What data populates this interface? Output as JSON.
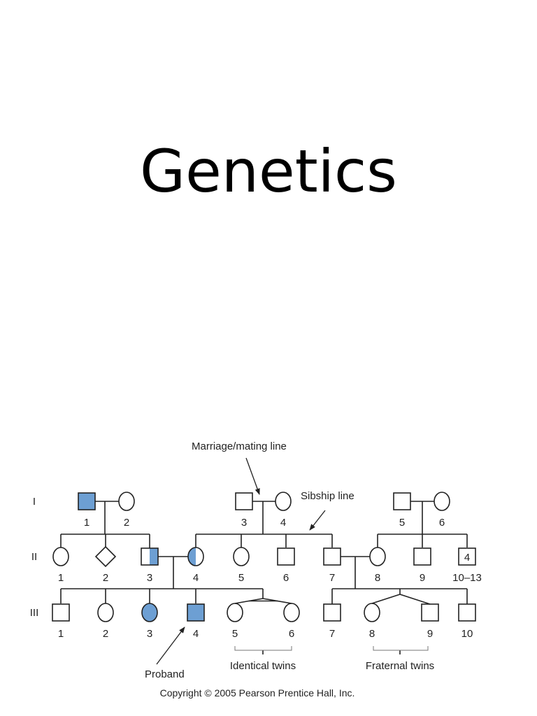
{
  "title": "Genetics",
  "colors": {
    "affected": "#6d9fd3",
    "stroke": "#222222",
    "background": "#ffffff"
  },
  "generations": [
    "I",
    "II",
    "III"
  ],
  "individuals": {
    "I": [
      {
        "id": "1",
        "shape": "square",
        "fill": "full"
      },
      {
        "id": "2",
        "shape": "circle",
        "fill": "none"
      },
      {
        "id": "3",
        "shape": "square",
        "fill": "none"
      },
      {
        "id": "4",
        "shape": "circle",
        "fill": "none"
      },
      {
        "id": "5",
        "shape": "square",
        "fill": "none"
      },
      {
        "id": "6",
        "shape": "circle",
        "fill": "none"
      }
    ],
    "II": [
      {
        "id": "1",
        "shape": "circle",
        "fill": "none"
      },
      {
        "id": "2",
        "shape": "diamond",
        "fill": "none"
      },
      {
        "id": "3",
        "shape": "square",
        "fill": "half-right"
      },
      {
        "id": "4",
        "shape": "circle",
        "fill": "half-left"
      },
      {
        "id": "5",
        "shape": "circle",
        "fill": "none"
      },
      {
        "id": "6",
        "shape": "square",
        "fill": "none"
      },
      {
        "id": "7",
        "shape": "square",
        "fill": "none"
      },
      {
        "id": "8",
        "shape": "circle",
        "fill": "none"
      },
      {
        "id": "9",
        "shape": "square",
        "fill": "none"
      },
      {
        "id": "10–13",
        "shape": "square",
        "fill": "none",
        "inner_text": "4"
      }
    ],
    "III": [
      {
        "id": "1",
        "shape": "square",
        "fill": "none"
      },
      {
        "id": "2",
        "shape": "circle",
        "fill": "none"
      },
      {
        "id": "3",
        "shape": "circle",
        "fill": "full"
      },
      {
        "id": "4",
        "shape": "square",
        "fill": "full"
      },
      {
        "id": "5",
        "shape": "circle",
        "fill": "none"
      },
      {
        "id": "6",
        "shape": "circle",
        "fill": "none"
      },
      {
        "id": "7",
        "shape": "square",
        "fill": "none"
      },
      {
        "id": "8",
        "shape": "circle",
        "fill": "none"
      },
      {
        "id": "9",
        "shape": "square",
        "fill": "none"
      },
      {
        "id": "10",
        "shape": "square",
        "fill": "none"
      }
    ]
  },
  "annotations": {
    "marriage": "Marriage/mating line",
    "sibship": "Sibship line",
    "proband": "Proband",
    "identical_twins": "Identical twins",
    "fraternal_twins": "Fraternal twins"
  },
  "copyright": "Copyright © 2005 Pearson Prentice Hall, Inc."
}
